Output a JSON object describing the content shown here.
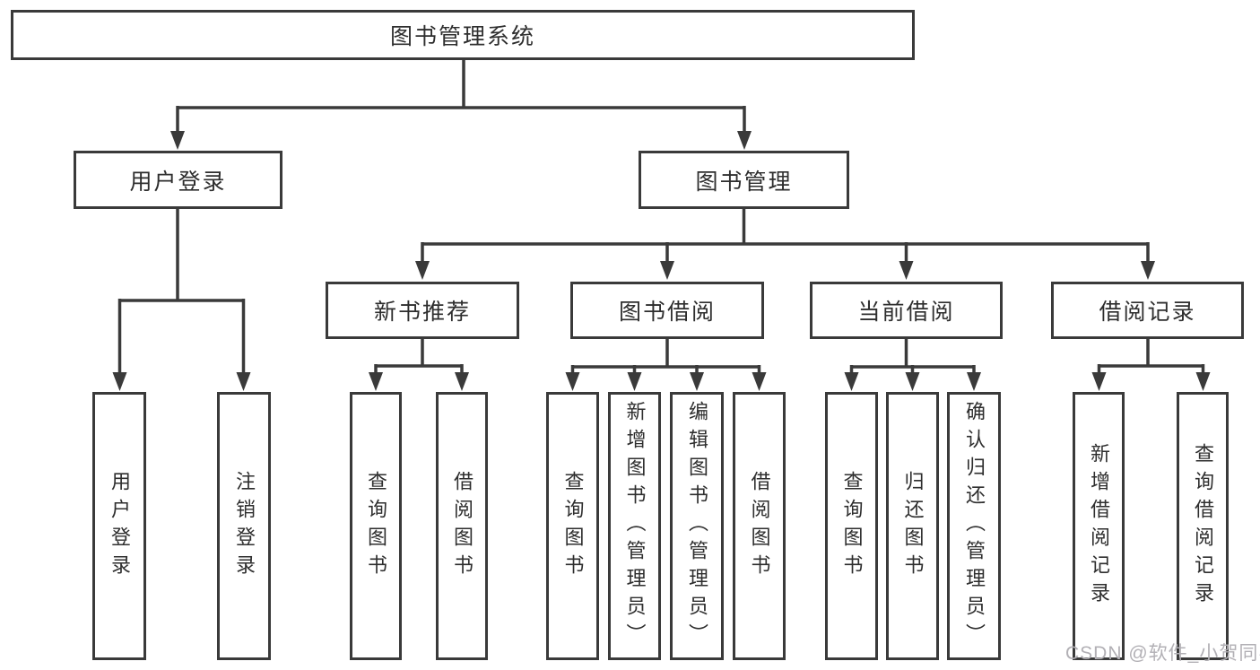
{
  "diagram": {
    "root_label": "图书管理系统",
    "branches": [
      {
        "label": "用户登录",
        "children": [
          {
            "label": "用户登录"
          },
          {
            "label": "注销登录"
          }
        ]
      },
      {
        "label": "图书管理",
        "children": [
          {
            "label": "新书推荐",
            "children": [
              {
                "label": "查询图书"
              },
              {
                "label": "借阅图书"
              }
            ]
          },
          {
            "label": "图书借阅",
            "children": [
              {
                "label": "查询图书"
              },
              {
                "label": "新增图书（管理员）"
              },
              {
                "label": "编辑图书（管理员）"
              },
              {
                "label": "借阅图书"
              }
            ]
          },
          {
            "label": "当前借阅",
            "children": [
              {
                "label": "查询图书"
              },
              {
                "label": "归还图书"
              },
              {
                "label": "确认归还（管理员）"
              }
            ]
          },
          {
            "label": "借阅记录",
            "children": [
              {
                "label": "新增借阅记录"
              },
              {
                "label": "查询借阅记录"
              }
            ]
          }
        ]
      }
    ]
  },
  "watermark": "CSDN @软件_小贺同学",
  "colors": {
    "line": "#3a3a3a",
    "box_border": "#3a3a3a",
    "text": "#2e2e2e",
    "watermark": "#b2b0b5",
    "background": "#ffffff"
  }
}
